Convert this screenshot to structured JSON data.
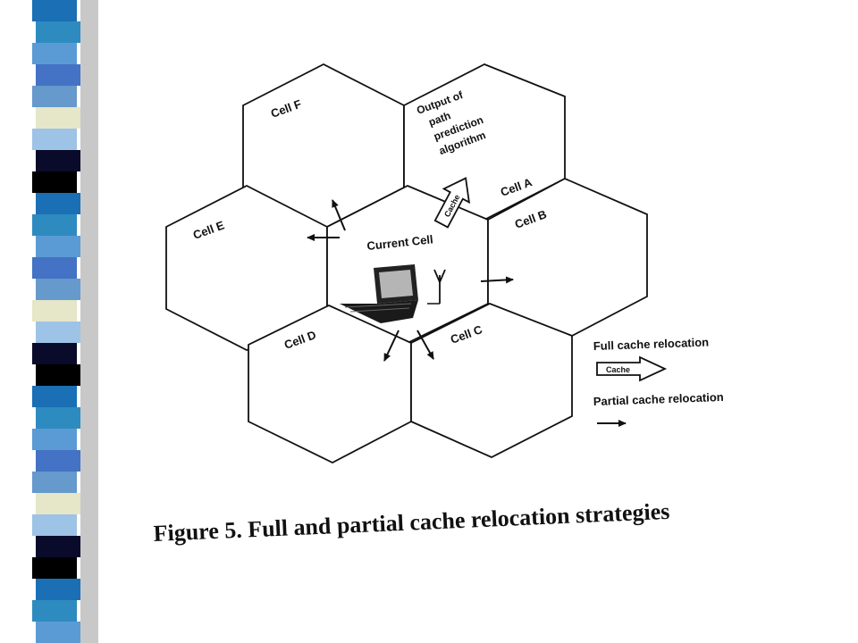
{
  "figure": {
    "cells": {
      "f": "Cell F",
      "e": "Cell E",
      "a": "Cell A",
      "b": "Cell B",
      "c": "Cell C",
      "d": "Cell D",
      "current": "Current Cell"
    },
    "prediction_output": [
      "Output of",
      "path",
      "prediction",
      "algorithm"
    ],
    "cache_arrow_label": "Cache",
    "legend": {
      "full_label": "Full cache relocation",
      "full_arrow_label": "Cache",
      "partial_label": "Partial cache relocation"
    },
    "caption": "Figure 5. Full and partial cache relocation strategies"
  },
  "theme": {
    "strip_colors": [
      "#1a6fb5",
      "#5b9bd5",
      "#0a0a2a",
      "#4472c4",
      "#e6e6c8",
      "#2e8bc0",
      "#9dc3e6",
      "#000000",
      "#6699cc"
    ]
  }
}
